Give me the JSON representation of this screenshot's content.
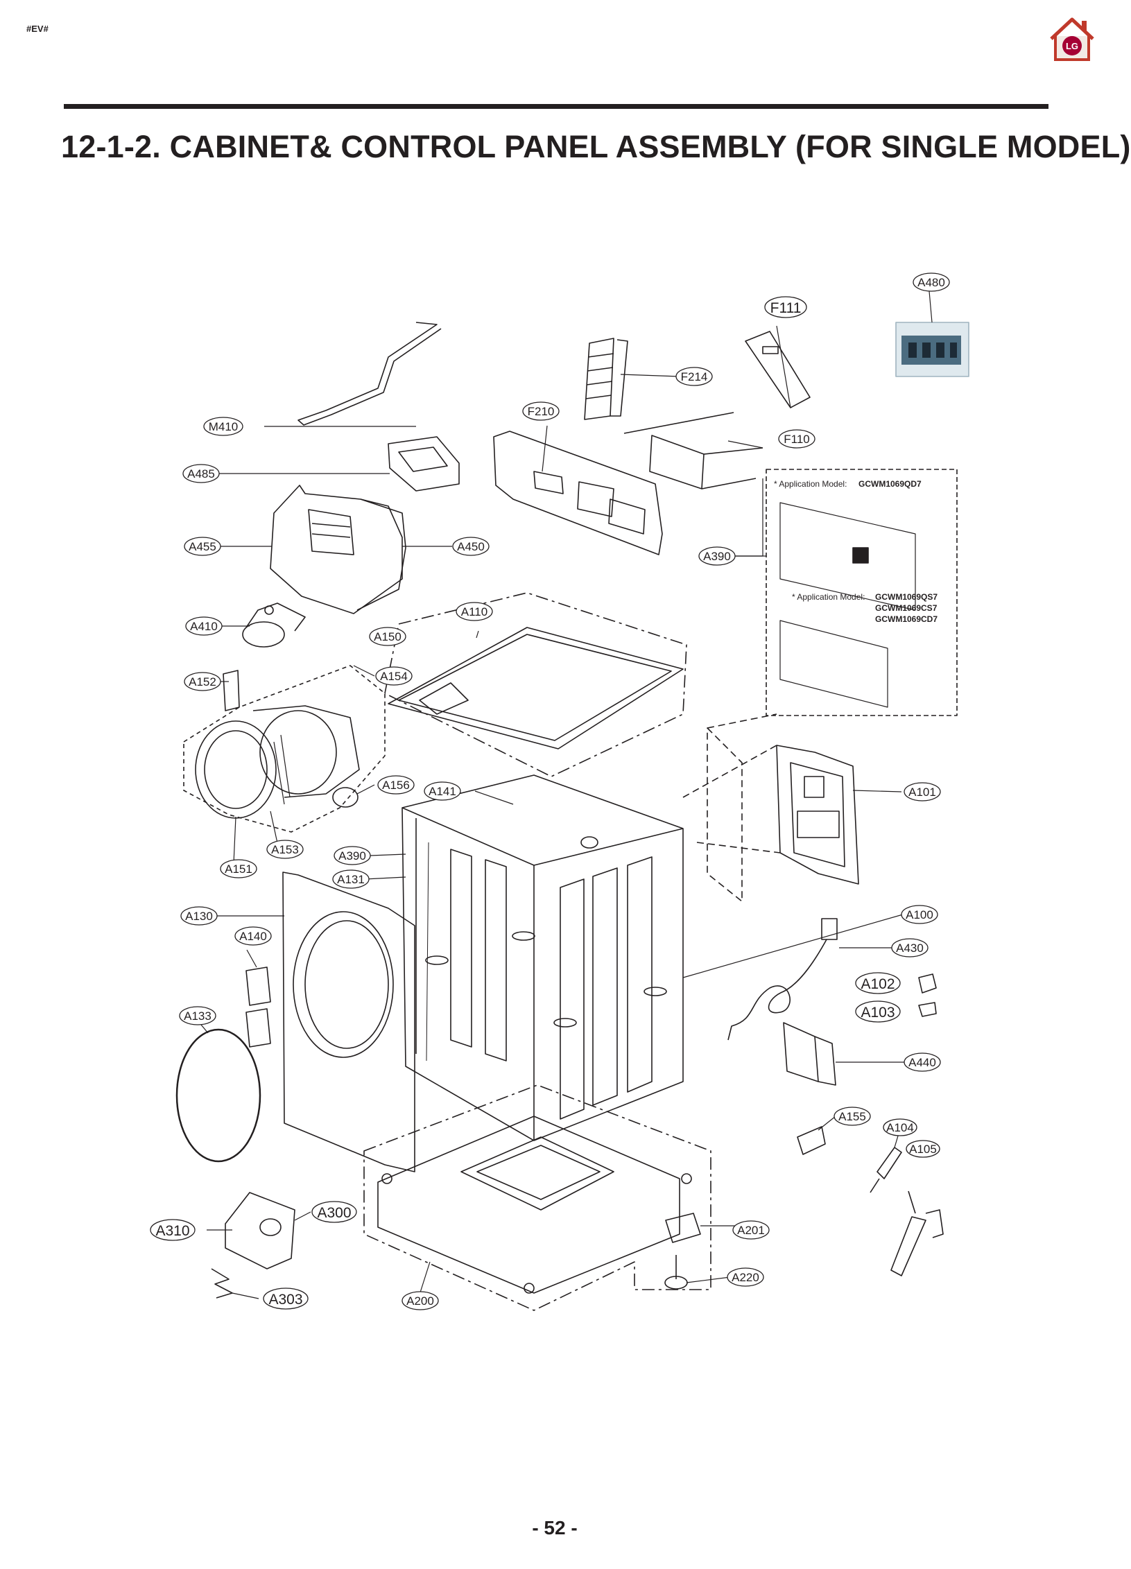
{
  "header": {
    "doc_tag": "#EV#"
  },
  "page_title": "12-1-2. CABINET& CONTROL PANEL ASSEMBLY (FOR SINGLE MODEL)",
  "page_number": "- 52 -",
  "application_notes": {
    "note1_prefix": "* Application Model:",
    "note1_model": "GCWM1069QD7",
    "note2_prefix": "* Application Model:",
    "note2_models": [
      "GCWM1069QS7",
      "GCWM1069CS7",
      "GCWM1069CD7"
    ]
  },
  "callouts": [
    {
      "id": "A480",
      "label": "A480"
    },
    {
      "id": "F111",
      "label": "F111"
    },
    {
      "id": "F214",
      "label": "F214"
    },
    {
      "id": "M410",
      "label": "M410"
    },
    {
      "id": "F210",
      "label": "F210"
    },
    {
      "id": "F110",
      "label": "F110"
    },
    {
      "id": "A485",
      "label": "A485"
    },
    {
      "id": "A455",
      "label": "A455"
    },
    {
      "id": "A450",
      "label": "A450"
    },
    {
      "id": "A390top",
      "label": "A390"
    },
    {
      "id": "A410",
      "label": "A410"
    },
    {
      "id": "A110",
      "label": "A110"
    },
    {
      "id": "A150",
      "label": "A150"
    },
    {
      "id": "A154",
      "label": "A154"
    },
    {
      "id": "A152",
      "label": "A152"
    },
    {
      "id": "A156",
      "label": "A156"
    },
    {
      "id": "A141",
      "label": "A141"
    },
    {
      "id": "A101",
      "label": "A101"
    },
    {
      "id": "A153",
      "label": "A153"
    },
    {
      "id": "A390mid",
      "label": "A390"
    },
    {
      "id": "A151",
      "label": "A151"
    },
    {
      "id": "A131",
      "label": "A131"
    },
    {
      "id": "A130",
      "label": "A130"
    },
    {
      "id": "A100",
      "label": "A100"
    },
    {
      "id": "A140",
      "label": "A140"
    },
    {
      "id": "A430",
      "label": "A430"
    },
    {
      "id": "A102",
      "label": "A102"
    },
    {
      "id": "A103",
      "label": "A103"
    },
    {
      "id": "A133",
      "label": "A133"
    },
    {
      "id": "A440",
      "label": "A440"
    },
    {
      "id": "A155",
      "label": "A155"
    },
    {
      "id": "A104",
      "label": "A104"
    },
    {
      "id": "A105",
      "label": "A105"
    },
    {
      "id": "A300",
      "label": "A300"
    },
    {
      "id": "A310",
      "label": "A310"
    },
    {
      "id": "A201",
      "label": "A201"
    },
    {
      "id": "A220",
      "label": "A220"
    },
    {
      "id": "A303",
      "label": "A303"
    },
    {
      "id": "A200",
      "label": "A200"
    }
  ]
}
